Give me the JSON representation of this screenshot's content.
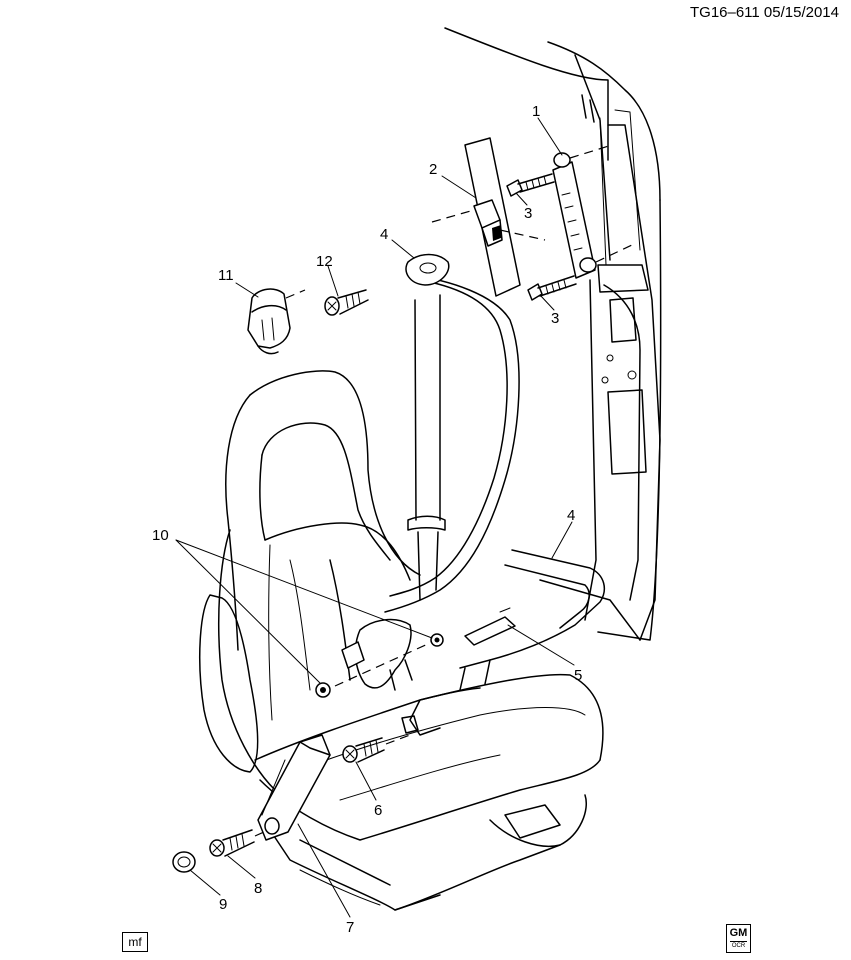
{
  "header": {
    "code": "TG16–611  05/15/2014"
  },
  "footer": {
    "mf": "mf",
    "logo_top": "GM",
    "logo_bottom": "OCR"
  },
  "labels": {
    "l1": "1",
    "l2": "2",
    "l3a": "3",
    "l3b": "3",
    "l4a": "4",
    "l4b": "4",
    "l5": "5",
    "l6": "6",
    "l7": "7",
    "l8": "8",
    "l9": "9",
    "l10": "10",
    "l11": "11",
    "l12": "12"
  }
}
